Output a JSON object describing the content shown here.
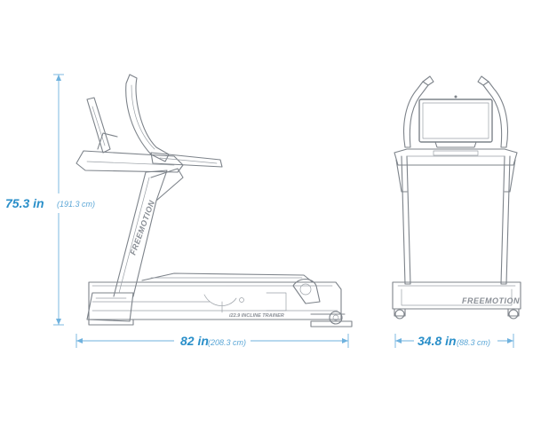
{
  "dimensions": {
    "height": {
      "value": "75.3 in",
      "metric": "(191.3 cm)"
    },
    "length": {
      "value": "82 in",
      "metric": "(208.3 cm)"
    },
    "width": {
      "value": "34.8 in",
      "metric": "(88.3 cm)"
    }
  },
  "labels": {
    "side_brand": "FREEMOTION",
    "side_model": "i22.9 INCLINE TRAINER",
    "front_brand": "FREEMOTION"
  },
  "colors": {
    "dimension_accent": "#2a8fc9",
    "outline": "#7d838a"
  }
}
